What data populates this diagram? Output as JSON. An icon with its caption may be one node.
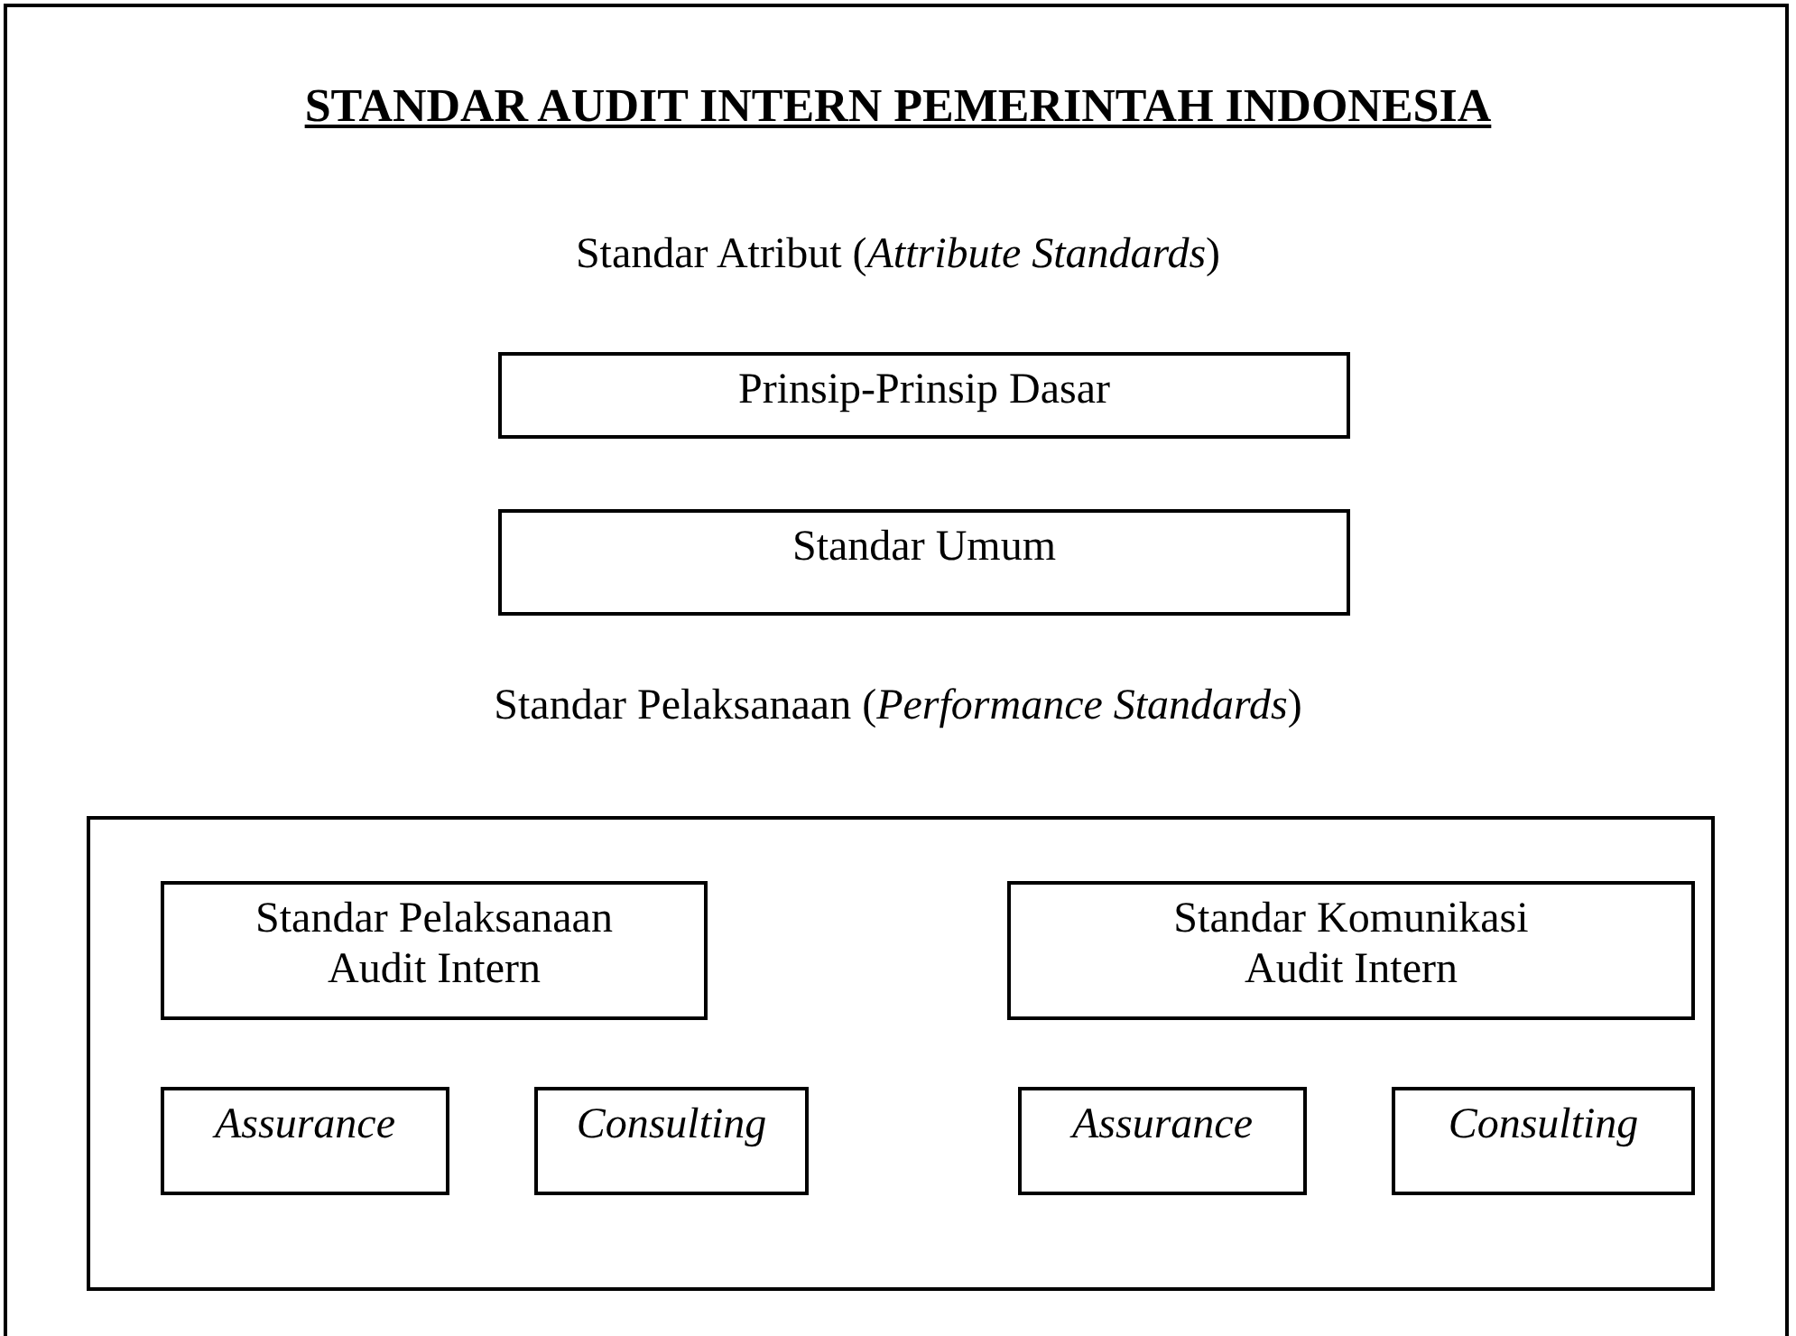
{
  "diagram": {
    "title": "STANDAR AUDIT INTERN PEMERINTAH INDONESIA",
    "nodes": [
      {
        "text": [
          "Prinsip-Prinsip Dasar"
        ]
      },
      {
        "text": [
          "Standar Umum"
        ]
      },
      {
        "text": [],
        "shape": "box"
      },
      {
        "text": [
          "Standar Pelaksanaan Audit Intern"
        ],
        "in": 2
      },
      {
        "text": [
          "Standar Komunikasi Audit Intern"
        ],
        "in": 2
      },
      {
        "text": [
          "Assurance"
        ],
        "in": 2
      },
      {
        "text": [
          "Consulting"
        ],
        "in": 2
      },
      {
        "text": [
          "Assurance"
        ],
        "in": 2
      },
      {
        "text": [
          "Consulting"
        ],
        "in": 2
      }
    ],
    "labels": [
      "Standar Atribut (*Attribute Standards*)",
      "Standar Pelaksanaan (*Performance Standards*)"
    ]
  }
}
